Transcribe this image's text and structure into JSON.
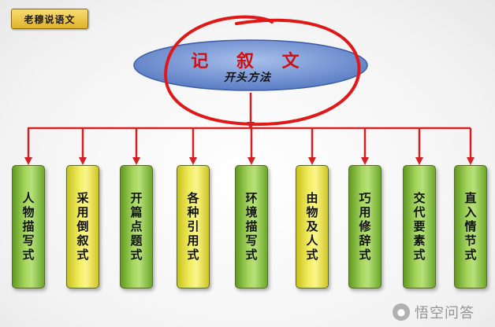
{
  "tag": "老穆说语文",
  "title": "记 叙 文",
  "subtitle": "开头方法",
  "methods": [
    {
      "label": "人物描写式",
      "color": "green"
    },
    {
      "label": "采用倒叙式",
      "color": "yellow"
    },
    {
      "label": "开篇点题式",
      "color": "green"
    },
    {
      "label": "各种引用式",
      "color": "yellow"
    },
    {
      "label": "环境描写式",
      "color": "green"
    },
    {
      "label": "由物及人式",
      "color": "yellow"
    },
    {
      "label": "巧用修辞式",
      "color": "green"
    },
    {
      "label": "交代要素式",
      "color": "green"
    },
    {
      "label": "直入情节式",
      "color": "green"
    }
  ],
  "watermark": "悟空问答",
  "colors": {
    "arrow": "#d42020",
    "ellipse": "#6e8fd0",
    "circle": "#e01818",
    "green": "#a7d65e",
    "yellow": "#f3ee62"
  }
}
